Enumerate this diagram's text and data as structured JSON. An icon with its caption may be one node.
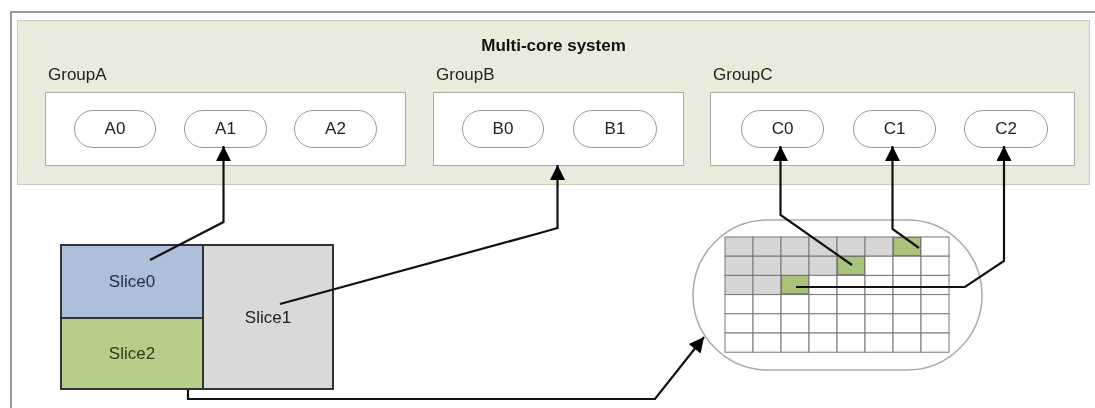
{
  "diagram": {
    "nodes": [
      {
        "text": [
          "Multi-core system"
        ]
      },
      {
        "text": [
          "GroupA"
        ],
        "in": 0
      },
      {
        "text": [
          "A0"
        ],
        "in": 1
      },
      {
        "text": [
          "A1"
        ],
        "in": 1
      },
      {
        "text": [
          "A2"
        ],
        "in": 1
      },
      {
        "text": [
          "GroupB"
        ],
        "in": 0
      },
      {
        "text": [
          "B0"
        ],
        "in": 5
      },
      {
        "text": [
          "B1"
        ],
        "in": 5
      },
      {
        "text": [
          "GroupC"
        ],
        "in": 0
      },
      {
        "text": [
          "C0"
        ],
        "in": 8
      },
      {
        "text": [
          "C1"
        ],
        "in": 8
      },
      {
        "text": [
          "C2"
        ],
        "in": 8
      },
      {
        "text": [
          "Slice0"
        ]
      },
      {
        "text": [
          "Slice1"
        ]
      },
      {
        "text": [
          "Slice2"
        ]
      },
      {
        "text": [],
        "shape": "oval"
      },
      {
        "text": [],
        "shape": "box",
        "in": 15
      },
      {
        "text": [],
        "shape": "box",
        "in": 15
      },
      {
        "text": [],
        "shape": "box",
        "in": 15
      }
    ],
    "edges": [
      {
        "from": 12,
        "to": 3,
        "arrow": "to"
      },
      {
        "from": 13,
        "to": 5,
        "arrow": "to"
      },
      {
        "from": 14,
        "to": 15,
        "arrow": "to"
      },
      {
        "from": 17,
        "to": 9,
        "arrow": "to"
      },
      {
        "from": 18,
        "to": 10,
        "arrow": "to"
      },
      {
        "from": 16,
        "to": 11,
        "arrow": "to"
      }
    ]
  }
}
